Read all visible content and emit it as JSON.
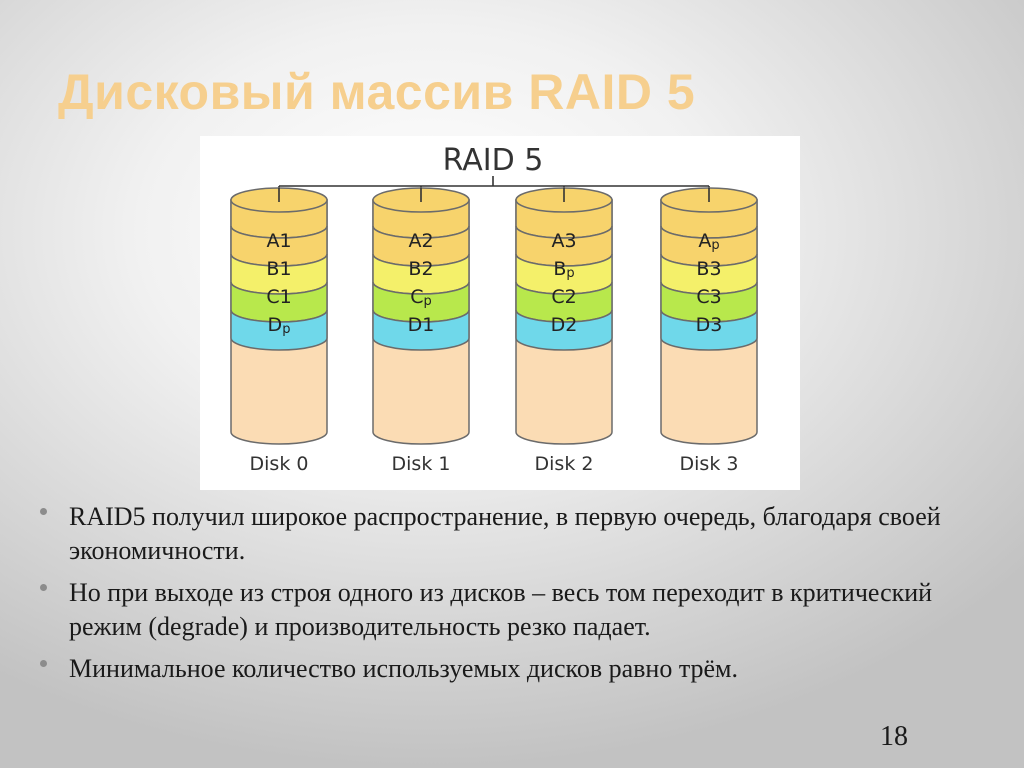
{
  "slide": {
    "title": "Дисковый массив RAID 5",
    "page_number": "18"
  },
  "diagram": {
    "heading": "RAID 5",
    "disks": [
      {
        "label": "Disk 0",
        "blocks": [
          {
            "main": "A",
            "sub": "1"
          },
          {
            "main": "B",
            "sub": "1"
          },
          {
            "main": "C",
            "sub": "1"
          },
          {
            "main": "D",
            "sub": "p"
          }
        ]
      },
      {
        "label": "Disk 1",
        "blocks": [
          {
            "main": "A",
            "sub": "2"
          },
          {
            "main": "B",
            "sub": "2"
          },
          {
            "main": "C",
            "sub": "p"
          },
          {
            "main": "D",
            "sub": "1"
          }
        ]
      },
      {
        "label": "Disk 2",
        "blocks": [
          {
            "main": "A",
            "sub": "3"
          },
          {
            "main": "B",
            "sub": "p"
          },
          {
            "main": "C",
            "sub": "2"
          },
          {
            "main": "D",
            "sub": "2"
          }
        ]
      },
      {
        "label": "Disk 3",
        "blocks": [
          {
            "main": "A",
            "sub": "p"
          },
          {
            "main": "B",
            "sub": "3"
          },
          {
            "main": "C",
            "sub": "3"
          },
          {
            "main": "D",
            "sub": "3"
          }
        ]
      }
    ],
    "colors": {
      "a_stripe": "#f7d36c",
      "b_stripe": "#f4f06a",
      "c_stripe": "#b8e84c",
      "d_stripe": "#6fd8ea",
      "disk_body": "#fbdcb4",
      "cap": "#f7d36c",
      "outline": "#6b6b6b"
    }
  },
  "bullets": [
    "RAID5 получил широкое распространение, в первую очередь, благодаря своей экономичности.",
    "Но при выходе из строя одного из дисков – весь том переходит в критический режим (degrade) и производительность резко падает.",
    "Минимальное количество используемых дисков равно трём."
  ]
}
